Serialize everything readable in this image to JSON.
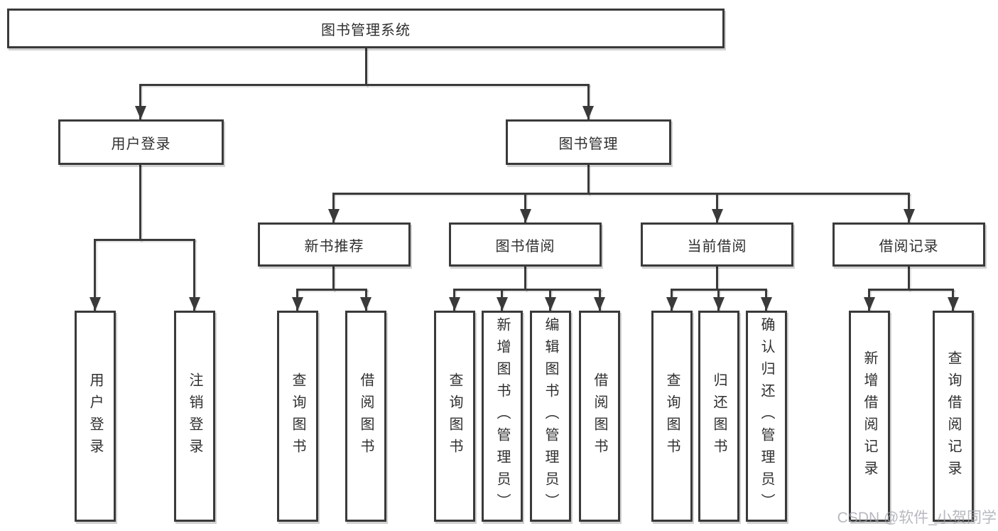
{
  "diagram": {
    "root": {
      "label": "图书管理系统"
    },
    "branches": [
      {
        "label": "用户登录",
        "children": [
          {
            "label": "用户登录"
          },
          {
            "label": "注销登录"
          }
        ]
      },
      {
        "label": "图书管理",
        "children": [
          {
            "label": "新书推荐",
            "children": [
              {
                "label": "查询图书"
              },
              {
                "label": "借阅图书"
              }
            ]
          },
          {
            "label": "图书借阅",
            "children": [
              {
                "label": "查询图书"
              },
              {
                "label": "新增图书（管理员）"
              },
              {
                "label": "编辑图书（管理员）"
              },
              {
                "label": "借阅图书"
              }
            ]
          },
          {
            "label": "当前借阅",
            "children": [
              {
                "label": "查询图书"
              },
              {
                "label": "归还图书"
              },
              {
                "label": "确认归还（管理员）"
              }
            ]
          },
          {
            "label": "借阅记录",
            "children": [
              {
                "label": "新增借阅记录"
              },
              {
                "label": "查询借阅记录"
              }
            ]
          }
        ]
      }
    ]
  },
  "watermark": {
    "text": "CSDN @软件_小贺同学"
  },
  "colors": {
    "line": "#3a3a3a",
    "text": "#2f2f2f",
    "box_background": "#ffffff",
    "watermark": "#9da2aa"
  }
}
